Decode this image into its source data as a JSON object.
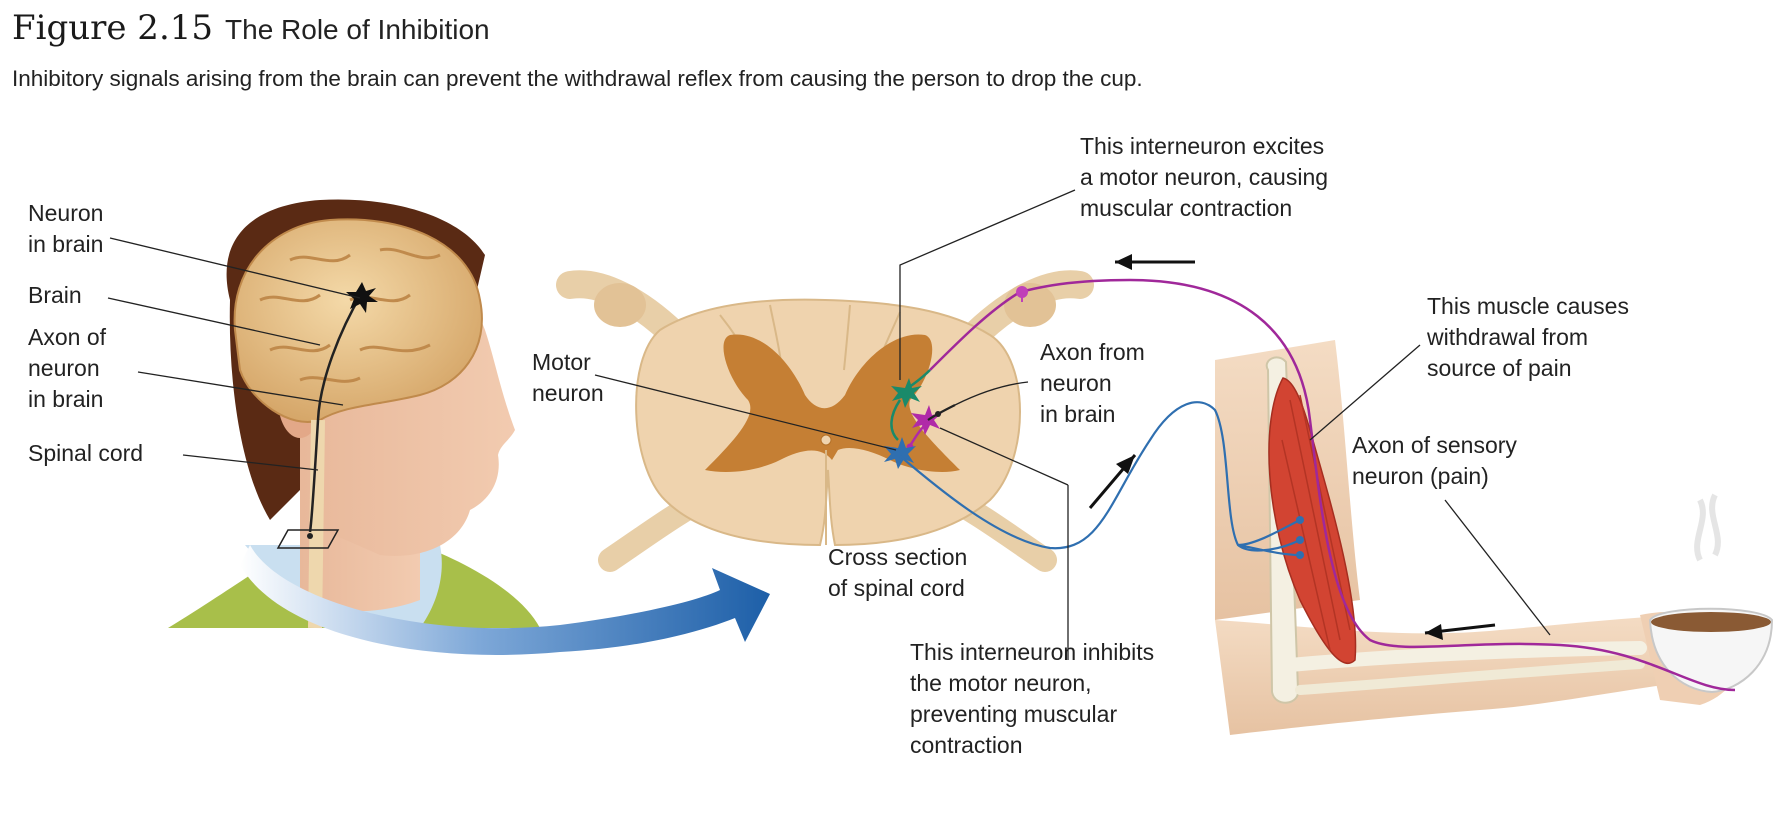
{
  "figure": {
    "number": "Figure 2.15",
    "title": "The Role of Inhibition",
    "caption": "Inhibitory signals arising from the brain can prevent the withdrawal reflex from causing the person to drop the cup."
  },
  "labels": {
    "neuron_in_brain": "Neuron\nin brain",
    "brain": "Brain",
    "axon_of_neuron_in_brain": "Axon of\nneuron\nin brain",
    "spinal_cord": "Spinal cord",
    "motor_neuron": "Motor\nneuron",
    "excitatory_interneuron": "This interneuron excites\na motor neuron, causing\nmuscular contraction",
    "axon_from_neuron_in_brain": "Axon from\nneuron\nin brain",
    "cross_section": "Cross section\nof spinal cord",
    "inhibitory_interneuron": "This interneuron inhibits\nthe motor neuron,\npreventing muscular\ncontraction",
    "muscle": "This muscle causes\nwithdrawal from\nsource of pain",
    "sensory_axon": "Axon of sensory\nneuron (pain)"
  },
  "colors": {
    "sensory_neuron": "#a0289a",
    "motor_neuron": "#2f6fb0",
    "interneuron_excitatory": "#1a8a6a",
    "interneuron_inhibitory": "#b02aa8",
    "gray_matter": "#c57f34",
    "white_matter": "#efd3ae",
    "muscle": "#d24432",
    "big_arrow": "#1d5fa8"
  }
}
